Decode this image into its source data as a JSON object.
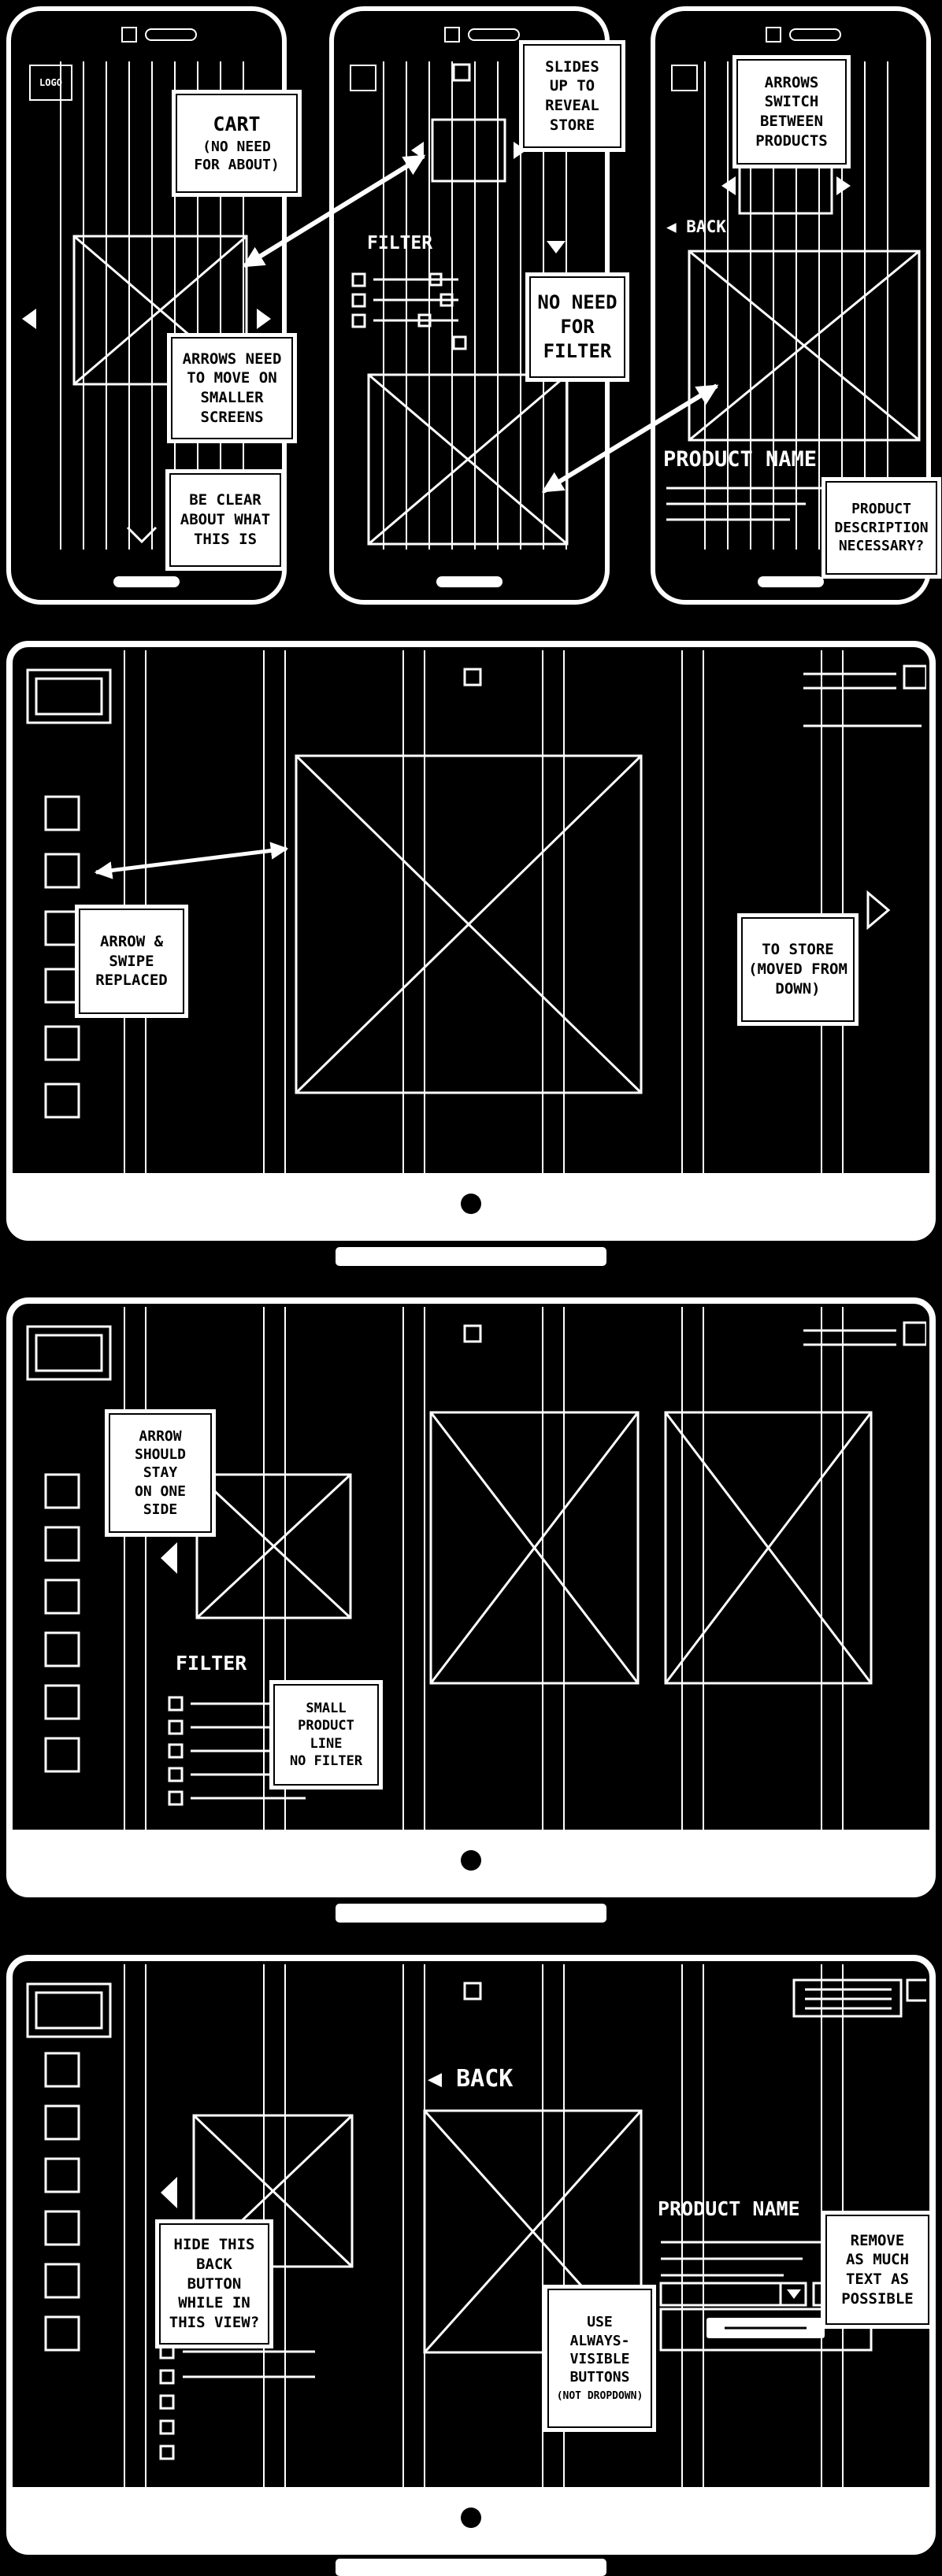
{
  "colors": {
    "background": "#000000",
    "ink": "#ffffff"
  },
  "phone_home": {
    "logo_label": "LOGO",
    "notes": {
      "cart_title": "CART",
      "cart_sub": "(NO NEED\nFOR ABOUT)",
      "arrows_move": "ARROWS NEED\nTO MOVE ON\nSMALLER\nSCREENS",
      "be_clear": "BE CLEAR\nABOUT WHAT\nTHIS IS"
    }
  },
  "phone_store": {
    "filter_label": "FILTER",
    "notes": {
      "slides_up": "SLIDES\nUP TO\nREVEAL\nSTORE",
      "no_filter": "NO NEED\nFOR\nFILTER"
    }
  },
  "phone_product": {
    "back_label": "◀ BACK",
    "product_name": "PRODUCT NAME",
    "notes": {
      "arrows_switch": "ARROWS\nSWITCH\nBETWEEN\nPRODUCTS",
      "description": "PRODUCT\nDESCRIPTION\nNECESSARY?"
    }
  },
  "desktop_product": {
    "notes": {
      "arrow_swipe": "ARROW &\nSWIPE\nREPLACED",
      "to_store": "TO STORE\n(MOVED FROM\nDOWN)"
    }
  },
  "desktop_catalog": {
    "filter_label": "FILTER",
    "notes": {
      "arrow_side": "ARROW\nSHOULD STAY\nON ONE SIDE",
      "small_line": "SMALL\nPRODUCT LINE\nNO FILTER"
    }
  },
  "desktop_detail": {
    "back_label": "◀ BACK",
    "product_name": "PRODUCT NAME",
    "notes": {
      "hide_back": "HIDE THIS\nBACK BUTTON\nWHILE IN\nTHIS VIEW?",
      "remove_text": "REMOVE\nAS MUCH\nTEXT AS\nPOSSIBLE",
      "visible_buttons_title": "USE ALWAYS-\nVISIBLE\nBUTTONS",
      "visible_buttons_sub": "(NOT DROPDOWN)"
    }
  }
}
